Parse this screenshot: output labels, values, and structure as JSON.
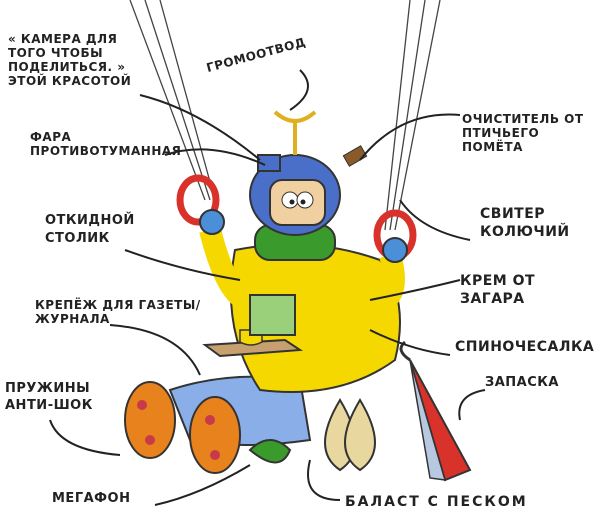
{
  "labels": {
    "camera": "« камера для того чтобы поделиться. » этой красотой",
    "lightning_rod": "громоотвод",
    "fog_light": "фара противотуманная",
    "bird_dropping_cleaner": "очиститель от птичьего помёта",
    "folding_table": "откидной столик",
    "sweater": "свитер колючий",
    "sunscreen": "крем от загара",
    "newspaper_holder": "крепёж для газеты/журнала",
    "back_scratcher": "спиночесалка",
    "springs": "пружины анти-шок",
    "spare": "запаска",
    "megaphone": "мегафон",
    "ballast": "баласт с песком"
  },
  "colors": {
    "body": "#f5d800",
    "helmet": "#4a6fc9",
    "scarf": "#3a9a2c",
    "boots": "#e8821c",
    "handles": "#d8322a",
    "pants": "#8aaee8"
  }
}
